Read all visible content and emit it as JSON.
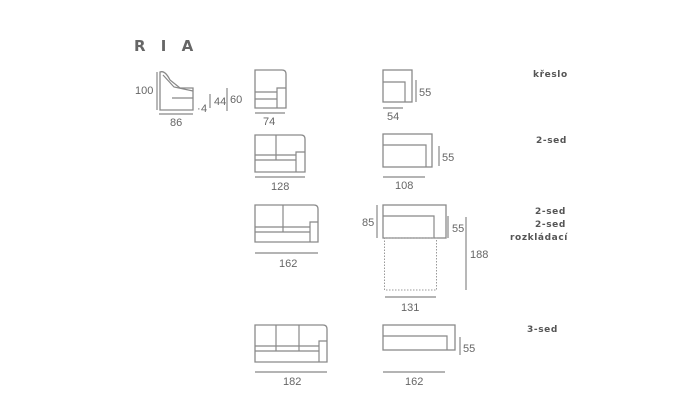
{
  "title": "R I A",
  "armchair_side": {
    "height": "100",
    "depth": "86",
    "leg": "4",
    "seat_height": "44",
    "arm_height": "60"
  },
  "rows": [
    {
      "label": "křeslo",
      "front_width": "74",
      "top_width": "54",
      "top_depth": "55"
    },
    {
      "label": "2-sed",
      "front_width": "128",
      "top_width": "108",
      "top_depth": "55"
    },
    {
      "labels": [
        "2-sed",
        "2-sed",
        "rozkládací"
      ],
      "front_width": "162",
      "top_width": "131",
      "top_depth": "55",
      "total_depth": "85",
      "bed_length": "188"
    },
    {
      "label": "3-sed",
      "front_width": "182",
      "top_width": "162",
      "top_depth": "55"
    }
  ]
}
